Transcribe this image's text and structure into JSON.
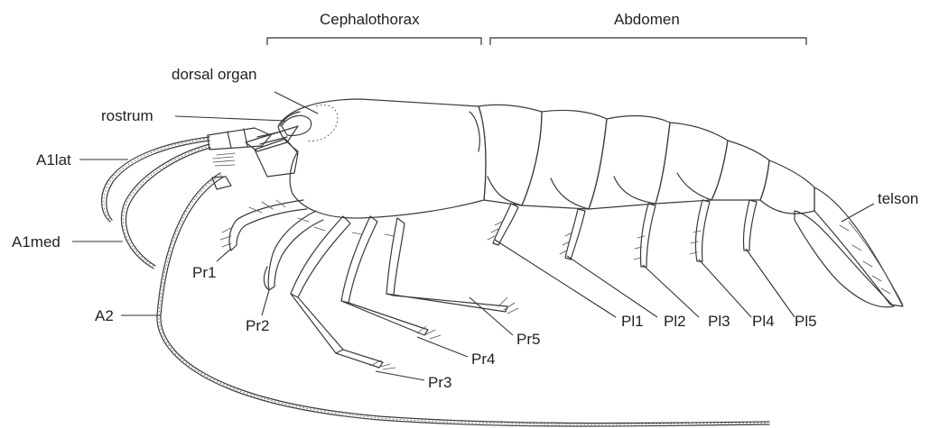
{
  "regions": {
    "cephalothorax": "Cephalothorax",
    "abdomen": "Abdomen"
  },
  "labels": {
    "dorsal_organ": "dorsal organ",
    "rostrum": "rostrum",
    "a1lat": "A1lat",
    "a1med": "A1med",
    "a2": "A2",
    "pr1": "Pr1",
    "pr2": "Pr2",
    "pr3": "Pr3",
    "pr4": "Pr4",
    "pr5": "Pr5",
    "pl1": "Pl1",
    "pl2": "Pl2",
    "pl3": "Pl3",
    "pl4": "Pl4",
    "pl5": "Pl5",
    "telson": "telson"
  },
  "colors": {
    "ink": "#3a3a3a",
    "text": "#222222",
    "background": "#ffffff"
  }
}
